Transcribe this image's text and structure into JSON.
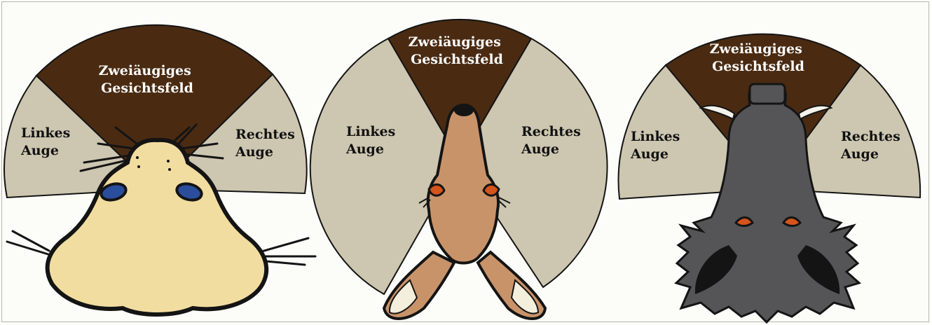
{
  "colors": {
    "binocular": "#4a2b12",
    "monocular": "#cdc6b0",
    "outline": "#141414",
    "mole_skin": "#f2dda0",
    "deer_skin": "#c9936a",
    "boar_skin": "#555557",
    "eye_blue": "#2a4e9c",
    "eye_orange": "#d4541c"
  },
  "panels": [
    {
      "animal": "mole",
      "binocular_label": [
        "Zweiäugiges",
        "Gesichtsfeld"
      ],
      "left_label": [
        "Linkes",
        "Auge"
      ],
      "right_label": [
        "Rechtes",
        "Auge"
      ]
    },
    {
      "animal": "deer",
      "binocular_label": [
        "Zweiäugiges",
        "Gesichtsfeld"
      ],
      "left_label": [
        "Linkes",
        "Auge"
      ],
      "right_label": [
        "Rechtes",
        "Auge"
      ]
    },
    {
      "animal": "boar",
      "binocular_label": [
        "Zweiäugiges",
        "Gesichtsfeld"
      ],
      "left_label": [
        "Linkes",
        "Auge"
      ],
      "right_label": [
        "Rechtes",
        "Auge"
      ]
    }
  ]
}
